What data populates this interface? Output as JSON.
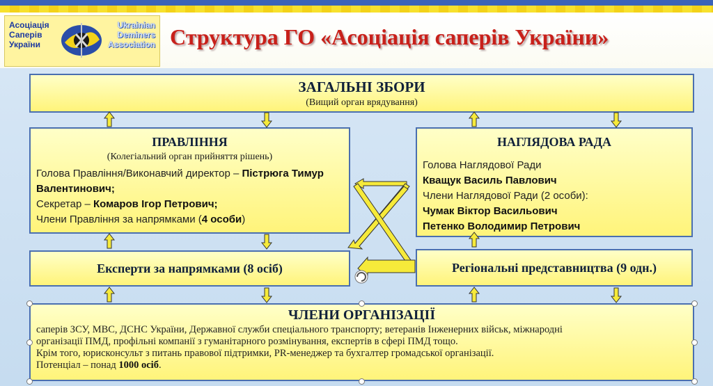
{
  "header": {
    "logo_left": [
      "Асоціація",
      "Саперів",
      "України"
    ],
    "logo_right": [
      "Ukrainian",
      "Deminers",
      "Association"
    ],
    "title": "Структура ГО «Асоціація саперів України»"
  },
  "general_meeting": {
    "title": "ЗАГАЛЬНІ ЗБОРИ",
    "subtitle": "(Вищий орган врядування)"
  },
  "board": {
    "title": "ПРАВЛІННЯ",
    "subtitle": "(Колегіальний орган прийняття рішень)",
    "chair_label": "Голова Правління/Виконавчий директор – ",
    "chair_name": "Пістрюга Тимур Валентинович;",
    "secretary_label": "Секретар – ",
    "secretary_name": "Комаров Ігор Петрович;",
    "members_label": "Члени Правління за напрямками (",
    "members_count": "4 особи",
    "members_close": ")"
  },
  "supervisory": {
    "title": "НАГЛЯДОВА РАДА",
    "chair_label": "Голова Наглядової Ради",
    "chair_name": "Кващук Василь Павлович",
    "members_label": "Члени Наглядової Ради (2 особи):",
    "member1": "Чумак Віктор Васильович",
    "member2": "Петенко Володимир Петрович"
  },
  "experts": {
    "label": "Експерти за напрямками (8 осіб)"
  },
  "regional": {
    "label": "Регіональні представництва (9 одн.)"
  },
  "members": {
    "title": "ЧЛЕНИ ОРГАНІЗАЦІЇ",
    "line1": "саперів ЗСУ, МВС, ДСНС України, Державної служби спеціального транспорту; ветеранів Інженерних військ, міжнародні",
    "line2": "організації ПМД, профільні компанії з гуманітарного розмінування, експертів в сфері ПМД тощо.",
    "line3": "Крім того, юрисконсульт з питань правової підтримки, PR-менеджер та бухгалтер громадської організації.",
    "line4_label": "Потенціал –  понад ",
    "line4_value": "1000 осіб",
    "line4_end": "."
  },
  "colors": {
    "box_fill": "#fff47a",
    "box_border": "#4a6fb0",
    "arrow": "#f2e01c",
    "title": "#c8201a"
  }
}
